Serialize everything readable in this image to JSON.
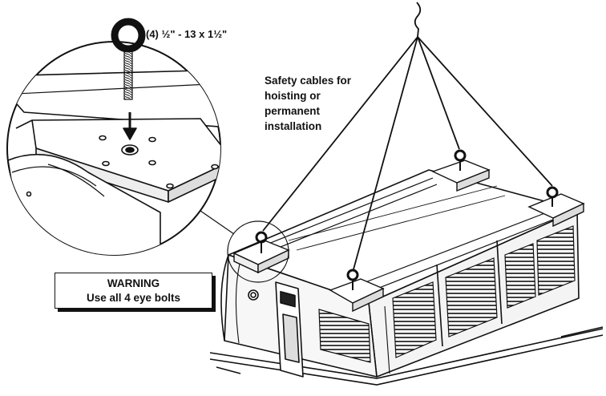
{
  "labels": {
    "bolt_spec": "(4) ½\" - 13 x 1½\"",
    "cables_lines": [
      "Safety cables for",
      "hoisting or",
      "permanent",
      "installation"
    ],
    "warning_title": "WARNING",
    "warning_body": "Use all 4 eye bolts"
  },
  "colors": {
    "ink": "#111111",
    "background": "#ffffff",
    "panel": "#f2f2f2"
  },
  "icons": [
    "eye-bolt-icon",
    "down-arrow-icon"
  ]
}
